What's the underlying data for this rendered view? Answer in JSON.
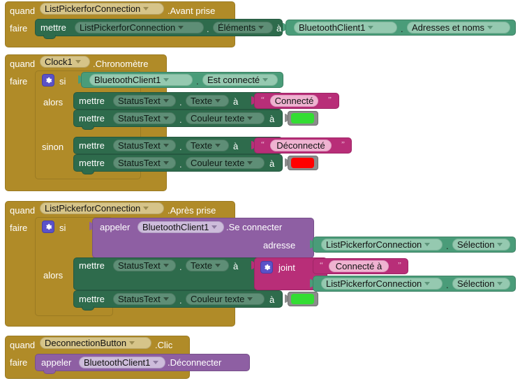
{
  "app": {
    "name": "MIT App Inventor Blocks Editor",
    "language": "fr",
    "canvas_background": "#FFFFFF"
  },
  "palette": {
    "event_gold": "#B08B28",
    "control_gold": "#B08B28",
    "setter_green": "#2E6B4C",
    "getter_green": "#4A9C79",
    "text_magenta": "#B82E78",
    "call_purple": "#8E5FA3",
    "color_block_gray": "#8C8C8C",
    "mutator_blue": "#5A52C8"
  },
  "keywords": {
    "when": "quand",
    "do": "faire",
    "if": "si",
    "then": "alors",
    "else": "sinon",
    "set": "mettre",
    "to": "à",
    "call": "appeler",
    "join": "joint",
    "dot": "."
  },
  "blocks": [
    {
      "id": "block-1",
      "type": "event",
      "when_component": "ListPickerforConnection",
      "event_name": ".Avant prise",
      "body": [
        {
          "type": "setter",
          "set_label": "mettre",
          "component": "ListPickerforConnection",
          "property": "Éléments",
          "to_label": "à",
          "value": {
            "type": "getter",
            "component": "BluetoothClient1",
            "property": "Adresses et noms"
          }
        }
      ]
    },
    {
      "id": "block-2",
      "type": "event",
      "when_component": "Clock1",
      "event_name": ".Chronomètre",
      "body": [
        {
          "type": "if-else",
          "if_label": "si",
          "then_label": "alors",
          "else_label": "sinon",
          "condition": {
            "type": "getter",
            "component": "BluetoothClient1",
            "property": "Est connecté"
          },
          "then_body": [
            {
              "type": "setter",
              "set_label": "mettre",
              "component": "StatusText",
              "property": "Texte",
              "to_label": "à",
              "value": {
                "type": "text",
                "text": "Connecté"
              }
            },
            {
              "type": "setter",
              "set_label": "mettre",
              "component": "StatusText",
              "property": "Couleur texte",
              "to_label": "à",
              "value": {
                "type": "color",
                "color": "#33DD33",
                "name": "vert"
              }
            }
          ],
          "else_body": [
            {
              "type": "setter",
              "set_label": "mettre",
              "component": "StatusText",
              "property": "Texte",
              "to_label": "à",
              "value": {
                "type": "text",
                "text": "Déconnecté"
              }
            },
            {
              "type": "setter",
              "set_label": "mettre",
              "component": "StatusText",
              "property": "Couleur texte",
              "to_label": "à",
              "value": {
                "type": "color",
                "color": "#FF0000",
                "name": "rouge"
              }
            }
          ]
        }
      ]
    },
    {
      "id": "block-3",
      "type": "event",
      "when_component": "ListPickerforConnection",
      "event_name": ".Après prise",
      "body": [
        {
          "type": "if",
          "if_label": "si",
          "then_label": "alors",
          "condition": {
            "type": "call",
            "call_label": "appeler",
            "component": "BluetoothClient1",
            "method": ".Se connecter",
            "arg_label": "adresse",
            "arg_value": {
              "type": "getter",
              "component": "ListPickerforConnection",
              "property": "Sélection"
            }
          },
          "then_body": [
            {
              "type": "setter",
              "set_label": "mettre",
              "component": "StatusText",
              "property": "Texte",
              "to_label": "à",
              "value": {
                "type": "join",
                "join_label": "joint",
                "items": [
                  {
                    "type": "text",
                    "text": "Connecté à "
                  },
                  {
                    "type": "getter",
                    "component": "ListPickerforConnection",
                    "property": "Sélection"
                  }
                ]
              }
            },
            {
              "type": "setter",
              "set_label": "mettre",
              "component": "StatusText",
              "property": "Couleur texte",
              "to_label": "à",
              "value": {
                "type": "color",
                "color": "#33DD33",
                "name": "vert"
              }
            }
          ]
        }
      ]
    },
    {
      "id": "block-4",
      "type": "event",
      "when_component": "DeconnectionButton",
      "event_name": ".Clic",
      "body": [
        {
          "type": "call",
          "call_label": "appeler",
          "component": "BluetoothClient1",
          "method": ".Déconnecter"
        }
      ]
    }
  ]
}
